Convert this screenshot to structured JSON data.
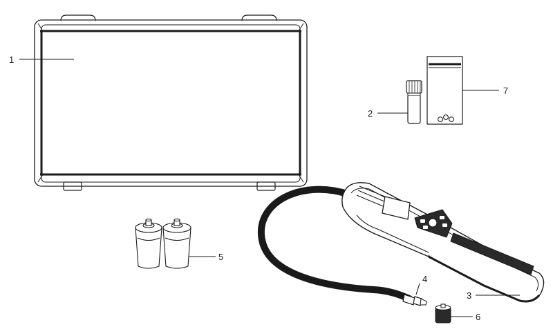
{
  "callouts": [
    {
      "id": "case",
      "label": "1"
    },
    {
      "id": "bottle",
      "label": "2"
    },
    {
      "id": "detector",
      "label": "3"
    },
    {
      "id": "probe-tip",
      "label": "4"
    },
    {
      "id": "batteries",
      "label": "5"
    },
    {
      "id": "cap",
      "label": "6"
    },
    {
      "id": "bag",
      "label": "7"
    }
  ],
  "colors": {
    "line": "#1a1a1a",
    "fill": "#ffffff",
    "shade": "#2a2a2a"
  }
}
